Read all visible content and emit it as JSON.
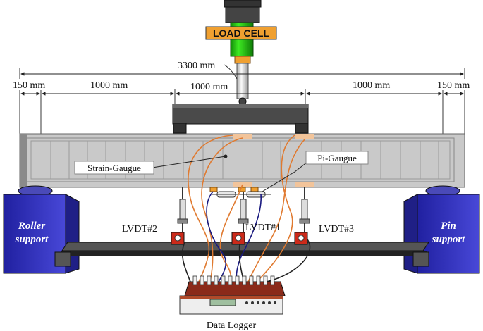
{
  "labels": {
    "load_cell": "LOAD CELL",
    "total_span": "3300 mm",
    "dim_left_overhang": "150 mm",
    "dim_left_shear": "1000 mm",
    "dim_middle": "1000 mm",
    "dim_right_shear": "1000 mm",
    "dim_right_overhang": "150 mm",
    "strain_gauge": "Strain-Gaugue",
    "pi_gauge": "Pi-Gaugue",
    "lvdt_2": "LVDT#2",
    "lvdt_1": "LVDT#1",
    "lvdt_3": "LVDT#3",
    "roller_support_line1": "Roller",
    "roller_support_line2": "support",
    "pin_support_line1": "Pin",
    "pin_support_line2": "support",
    "data_logger": "Data Logger"
  },
  "colors": {
    "actuator_green": "#22cc11",
    "load_cell_orange": "#f0a030",
    "beam_gray": "#c9c9c9",
    "support_blue": "#3b3bc8",
    "wire_orange": "#e07a30",
    "wire_navy": "#1a1a80",
    "lvdt_red": "#cc2a1a",
    "logger_red": "#8a2a1a"
  }
}
